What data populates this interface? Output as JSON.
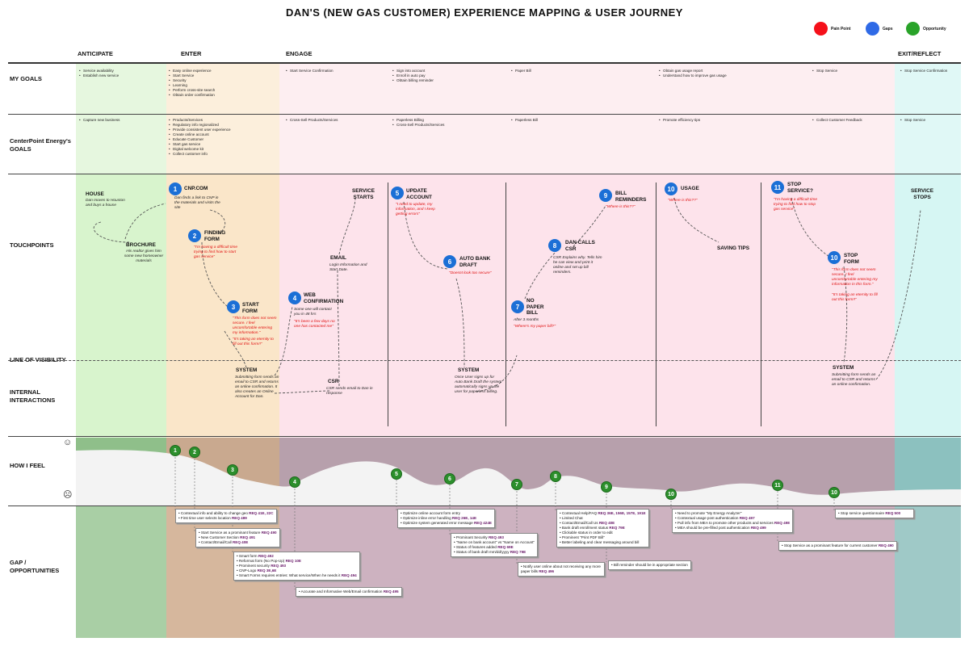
{
  "title": "DAN'S (NEW GAS CUSTOMER) EXPERIENCE MAPPING & USER JOURNEY",
  "legend": [
    {
      "label": "Pain Point",
      "color": "#f5101a"
    },
    {
      "label": "Gaps",
      "color": "#2f6ae6"
    },
    {
      "label": "Opportunity",
      "color": "#29a329"
    }
  ],
  "phases": [
    "ANTICIPATE",
    "ENTER",
    "ENGAGE",
    "EXIT/REFLECT"
  ],
  "rows": {
    "my_goals": "MY GOALS",
    "cnp_goals": "CenterPoint Energy's GOALS",
    "touchpoints": "TOUCHPOINTS",
    "line_of_visibility": "LINE OF VISIBILITY",
    "internal": "INTERNAL INTERACTIONS",
    "how_i_feel": "HOW I FEEL",
    "gap": "GAP / OPPORTUNITIES"
  },
  "my_goals": [
    [
      "Service availability",
      "Establish new service"
    ],
    [
      "Easy online experience",
      "Start Service",
      "Security",
      "Learning",
      "Perform cross-site search",
      "Obtain order confirmation"
    ],
    [
      "Start Service Confirmation"
    ],
    [
      "Sign into account",
      "Enroll in auto pay",
      "Obtain billing reminder"
    ],
    [
      "Paper Bill"
    ],
    [
      "Obtain gas usage report",
      "Understand how to improve gas usage"
    ],
    [
      "Stop Service"
    ],
    [
      "Stop Service Confirmation"
    ]
  ],
  "cnp_goals": [
    [
      "Capture new business"
    ],
    [
      "Products/Services",
      "Regulatory info regionalized",
      "Provide consistent user experience",
      "Create online account",
      "Educate Customer",
      "Start gas service",
      "Digital welcome kit",
      "Collect customer info"
    ],
    [
      "Cross-Sell Products/Services"
    ],
    [
      "Paperless Billing",
      "Cross-Sell Products/Services"
    ],
    [
      "Paperless Bill"
    ],
    [
      "Promote efficiency tips"
    ],
    [
      "Collect Customer Feedback"
    ],
    [
      "Stop Service"
    ]
  ],
  "touchpoints": {
    "house": {
      "title": "HOUSE",
      "desc": "Dan moves to Houston and buys a house"
    },
    "brochure": {
      "title": "BROCHURE",
      "desc": "His realtor gives him some new homeowner materials"
    },
    "t1": {
      "num": "1",
      "title": "CNP.COM",
      "desc": "Dan finds a link to CNP in the materials and visits the site"
    },
    "t2": {
      "num": "2",
      "title": "FINDING FORM",
      "quote": "\"I'm having a difficult time trying to find how to start gas service\""
    },
    "t3": {
      "num": "3",
      "title": "START FORM",
      "quote": "\"This form does not seem secure. I feel uncomfortable entering my information.\"",
      "quote2": "\"It's taking an eternity to fill out this form!!\""
    },
    "t4": {
      "num": "4",
      "title": "WEB CONFIRMATION",
      "desc": "Some one will contact you in 48 hrs",
      "quote": "\"It's been a few days no one has contacted me\""
    },
    "service_starts": {
      "title": "SERVICE STARTS"
    },
    "email": {
      "title": "EMAIL",
      "desc": "Login Information and Start Date."
    },
    "t5": {
      "num": "5",
      "title": "UPDATE ACCOUNT",
      "quote": "\"I need to update, my information, and I keep getting errors\""
    },
    "t6": {
      "num": "6",
      "title": "AUTO BANK DRAFT",
      "quote": "\"Doesnt look too secure\""
    },
    "t7": {
      "num": "7",
      "title": "NO PAPER BILL",
      "desc": "After 3 months",
      "quote": "\"Where's my paper bill?\""
    },
    "t8": {
      "num": "8",
      "title": "DAN CALLS CSR",
      "desc": "CSR Explains why. Tells him he can view and print it online and set up bill reminders."
    },
    "t9": {
      "num": "9",
      "title": "BILL REMINDERS",
      "quote": "\"Where is this??\""
    },
    "t10a": {
      "num": "10",
      "title": "USAGE",
      "quote": "\"Where is this??\""
    },
    "saving": {
      "title": "SAVING TIPS"
    },
    "t11": {
      "num": "11",
      "title": "STOP SERVICE?",
      "quote": "\"I'm having a difficult time trying to find how to stop gas service\""
    },
    "t10b": {
      "num": "10",
      "title": "STOP FORM",
      "quote": "\"This form does not seem secure. I feel uncomfortable entering my information in this form.\"",
      "quote2": "\"It's taking an eternity to fill out this form!!\""
    },
    "service_stops": {
      "title": "SERVICE STOPS"
    }
  },
  "internal": {
    "system1": {
      "title": "SYSTEM",
      "desc": "Submitting form sends an email to CSR and returns an online confirmation. It also creates an Online Account for Dan."
    },
    "csr": {
      "title": "CSR",
      "desc": "CSR sends email to Dan in response"
    },
    "system2": {
      "title": "SYSTEM",
      "desc": "Once User signs up for Auto Bank Draft the system automatically signs up the user for paperless billing."
    },
    "system3": {
      "title": "SYSTEM",
      "desc": "Submitting form sends an email to CSR and returns an online confirmation."
    }
  },
  "feel_badges": [
    "1",
    "2",
    "3",
    "4",
    "5",
    "6",
    "7",
    "8",
    "9",
    "10",
    "11",
    "10"
  ],
  "gaps": [
    {
      "items": [
        [
          "Contextual info and ability to change geo ",
          "REQ 41E, 22C"
        ],
        [
          "First time user selects location ",
          "REQ 489"
        ]
      ]
    },
    {
      "items": [
        [
          "Start Service as a prominant feature ",
          "REQ 490"
        ],
        [
          "New Customer Section ",
          "REQ 491"
        ],
        [
          "Contact/Email/Call ",
          "REQ 40E"
        ]
      ]
    },
    {
      "items": [
        [
          "Smart form ",
          "REQ 492"
        ],
        [
          "Reformat form (No Pop-Up) ",
          "REQ 10E"
        ],
        [
          "Prominent security ",
          "REQ 493"
        ],
        [
          "CNP-Logo ",
          "REQ 3E,6E"
        ],
        [
          "Smart Forms requires entries: What service/When he needs it ",
          "REQ 494"
        ]
      ]
    },
    {
      "items": [
        [
          "Accurate and Informative Web/Email confirmation ",
          "REQ 495"
        ]
      ]
    },
    {
      "items": [
        [
          "Optimize online account form entry",
          ""
        ],
        [
          "Optimize inline error handling ",
          "REQ 26E, 14E"
        ],
        [
          "Optimize system generated error message ",
          "REQ 424E"
        ]
      ]
    },
    {
      "items": [
        [
          "Prominant Security ",
          "REQ 493"
        ],
        [
          "\"Name on bank account\" vs \"Name on Account\"",
          ""
        ],
        [
          "Status of features added ",
          "REQ 69E"
        ],
        [
          "Status of bank draft mm/dd/yyyy ",
          "REQ 79E"
        ]
      ]
    },
    {
      "items": [
        [
          "Notify user online about not receiving any more paper bills ",
          "REQ 496"
        ]
      ]
    },
    {
      "items": [
        [
          "Contextual Help/FAQ ",
          "REQ 36E, 156E, 157E, 191E"
        ],
        [
          "Limited Chat",
          ""
        ],
        [
          "Contact/Email/Call Us ",
          "REQ 40E"
        ],
        [
          "Bank draft enrollment status ",
          "REQ 79E"
        ],
        [
          "Clickable status in order to edit",
          ""
        ],
        [
          "Prominent \"Print PDF Bill\"",
          ""
        ],
        [
          "Better labeling and clear messaging around bill",
          ""
        ]
      ]
    },
    {
      "items": [
        [
          "Bill reminder should be in appropriate section",
          ""
        ]
      ]
    },
    {
      "items": [
        [
          "Need to promote \"My Energy Analyzer\"",
          ""
        ],
        [
          "Contextual usage post authentication ",
          "REQ 497"
        ],
        [
          "Pull info from MEA to promote other products and services ",
          "REQ 498"
        ],
        [
          "MEA should be pre-filled post authentication ",
          "REQ 499"
        ]
      ]
    },
    {
      "items": [
        [
          "Stop Service as a prominant feature for current customer ",
          "REQ 490"
        ]
      ]
    },
    {
      "items": [
        [
          "Stop service questionnaire ",
          "REQ 500"
        ]
      ]
    }
  ]
}
